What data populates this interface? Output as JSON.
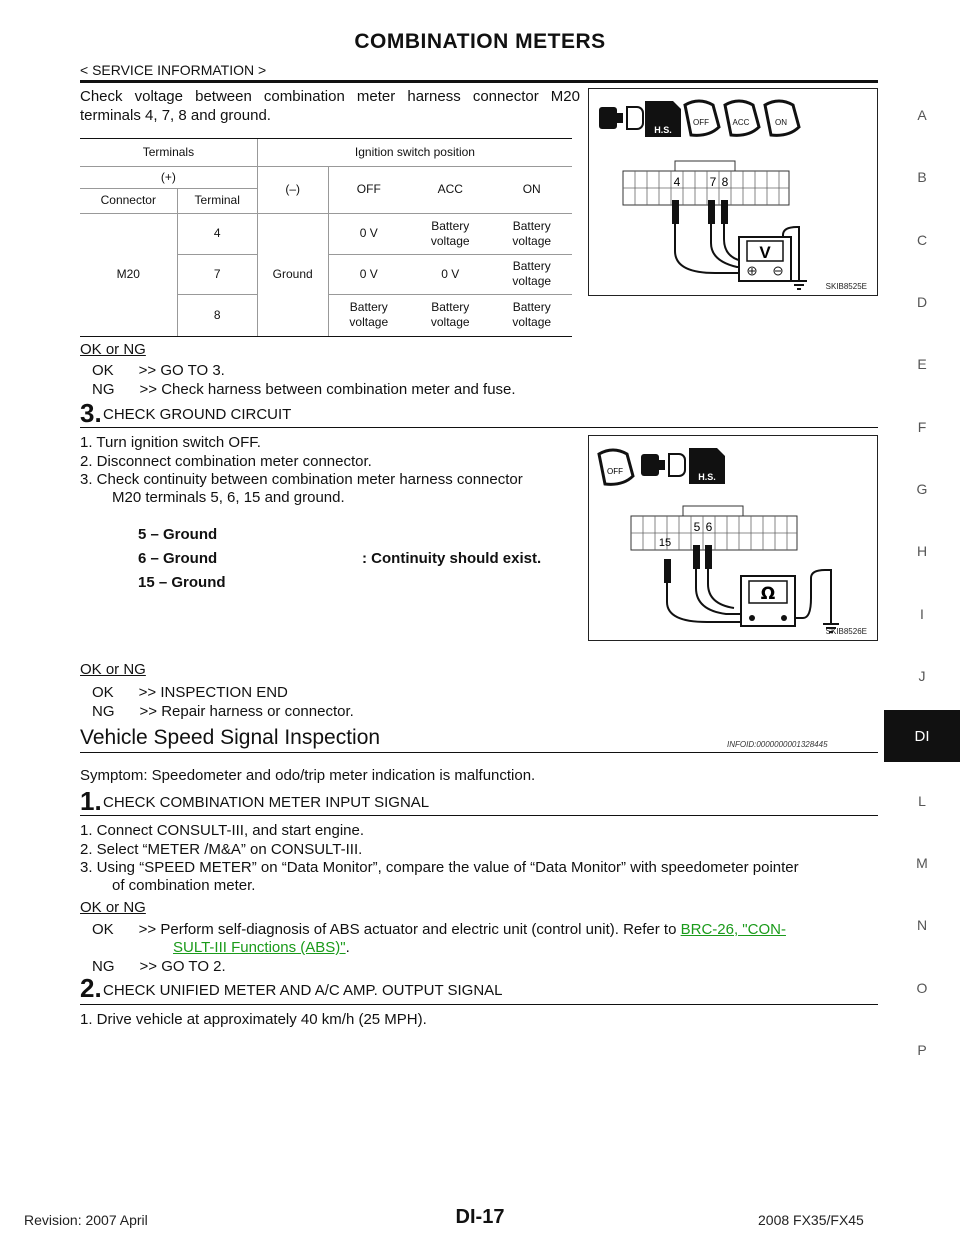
{
  "header": {
    "title": "COMBINATION METERS",
    "subtitle": "< SERVICE INFORMATION >"
  },
  "intro": "Check voltage between combination meter harness connector M20 terminals 4, 7, 8 and ground.",
  "table1": {
    "h_terminals": "Terminals",
    "h_ignition": "Ignition switch position",
    "h_plus": "(+)",
    "h_minus": "(–)",
    "h_off": "OFF",
    "h_acc": "ACC",
    "h_on": "ON",
    "h_connector": "Connector",
    "h_terminal": "Terminal",
    "connector": "M20",
    "ground": "Ground",
    "rows": [
      {
        "terminal": "4",
        "off": "0 V",
        "acc": "Battery voltage",
        "on": "Battery voltage"
      },
      {
        "terminal": "7",
        "off": "0 V",
        "acc": "0 V",
        "on": "Battery voltage"
      },
      {
        "terminal": "8",
        "off": "Battery voltage",
        "acc": "Battery voltage",
        "on": "Battery voltage"
      }
    ]
  },
  "diagram1": {
    "pins": [
      "4",
      "7",
      "8"
    ],
    "meter": "V",
    "caption": "SKIB8525E",
    "icons": [
      "connector-disconnect-icon",
      "harness-side-icon",
      "ignition-off-icon",
      "ignition-acc-icon",
      "ignition-on-icon"
    ],
    "icon_labels": [
      "H.S.",
      "OFF",
      "ACC",
      "ON"
    ]
  },
  "oknga": {
    "label": "OK or NG",
    "ok": "OK      >> GO TO 3.",
    "ng": "NG      >> Check harness between combination meter and fuse."
  },
  "step3": {
    "num": "3.",
    "title": "CHECK GROUND CIRCUIT",
    "items": [
      "1. Turn ignition switch OFF.",
      "2. Disconnect combination meter connector.",
      "3. Check continuity between combination meter harness connector",
      "M20 terminals 5, 6, 15 and ground."
    ],
    "g5": "5 – Ground",
    "g6": "6 – Ground",
    "g15": "15 – Ground",
    "spec": ": Continuity should exist."
  },
  "diagram2": {
    "pins": [
      "5",
      "6",
      "15"
    ],
    "meter": "Ω",
    "caption": "SKIB8526E",
    "icon_labels": [
      "OFF",
      "H.S."
    ]
  },
  "okngb": {
    "label": "OK or NG",
    "ok": "OK      >> INSPECTION END",
    "ng": "NG      >> Repair harness or connector."
  },
  "section": {
    "title": "Vehicle Speed Signal Inspection",
    "infoid": "INFOID:0000000001328445",
    "symptom": "Symptom: Speedometer and odo/trip meter indication is malfunction."
  },
  "step1": {
    "num": "1.",
    "title": "CHECK COMBINATION METER INPUT SIGNAL",
    "items": [
      "1. Connect CONSULT-III, and start engine.",
      "2. Select “METER /M&A” on CONSULT-III.",
      "3. Using “SPEED METER” on “Data Monitor”, compare the value of “Data Monitor” with speedometer pointer",
      "of combination meter."
    ]
  },
  "okngc": {
    "label": "OK or NG",
    "ok_a": "OK      >> Perform self-diagnosis of ABS actuator and electric unit (control unit). Refer to ",
    "link_a": "BRC-26, \"CON-",
    "link_b": "SULT-III Functions (ABS)\"",
    "ok_end": ".",
    "ng": "NG      >> GO TO 2."
  },
  "step2": {
    "num": "2.",
    "title": "CHECK UNIFIED METER AND A/C AMP. OUTPUT SIGNAL",
    "item": "1. Drive vehicle at approximately 40 km/h (25 MPH)."
  },
  "sidebar": {
    "letters": [
      "A",
      "B",
      "C",
      "D",
      "E",
      "F",
      "G",
      "H",
      "I",
      "J",
      "L",
      "M",
      "N",
      "O",
      "P"
    ],
    "active": "DI"
  },
  "footer": {
    "revision": "Revision: 2007 April",
    "page": "DI-17",
    "model": "2008 FX35/FX45"
  }
}
